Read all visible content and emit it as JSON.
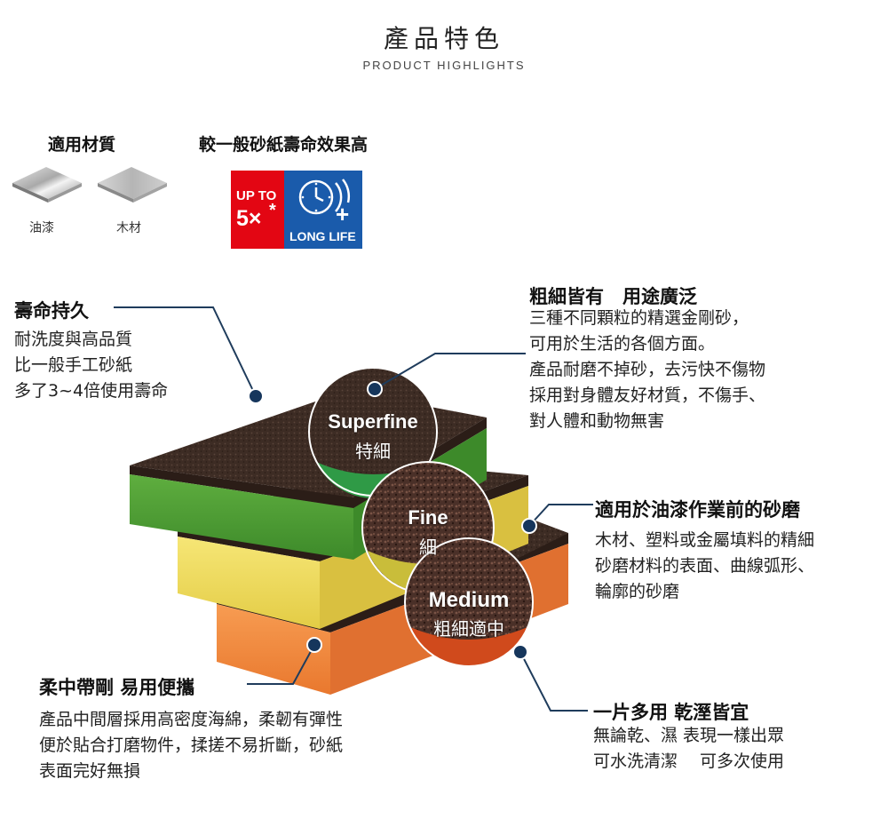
{
  "header": {
    "title": "產品特色",
    "subtitle": "PRODUCT HIGHLIGHTS"
  },
  "materials": {
    "title": "適用材質",
    "items": [
      {
        "label": "油漆"
      },
      {
        "label": "木材"
      }
    ]
  },
  "longevity_badge": {
    "title": "較一般砂紙壽命效果高",
    "up_to": "UP TO",
    "multiplier": "5×",
    "asterisk": "*",
    "plus": "+",
    "long_life": "LONG LIFE"
  },
  "features": {
    "durable": {
      "heading": "壽命持久",
      "lines": [
        "耐洗度與高品質",
        "比一般手工砂紙",
        "多了3~4倍使用壽命"
      ]
    },
    "grits": {
      "heading": "粗細皆有　用途廣泛",
      "lines": [
        "三種不同顆粒的精選金剛砂，",
        "可用於生活的各個方面。",
        "產品耐磨不掉砂，去污快不傷物",
        "採用對身體友好材質，不傷手、",
        "對人體和動物無害"
      ]
    },
    "paint": {
      "heading": "適用於油漆作業前的砂磨",
      "lines": [
        "木材、塑料或金屬填料的精細",
        "砂磨材料的表面、曲線弧形、",
        "輪廓的砂磨"
      ]
    },
    "flexible": {
      "heading": "柔中帶剛 易用便攜",
      "lines": [
        "產品中間層採用高密度海綿，柔韌有彈性",
        "便於貼合打磨物件，揉搓不易折斷，砂紙",
        "表面完好無損"
      ]
    },
    "wetdry": {
      "heading": "一片多用 乾溼皆宜",
      "lines": [
        "無論乾、濕 表現一樣出眾",
        "可水洗清潔　 可多次使用"
      ]
    }
  },
  "grit_labels": [
    {
      "en": "Superfine",
      "zh": "特細"
    },
    {
      "en": "Fine",
      "zh": "細"
    },
    {
      "en": "Medium",
      "zh": "粗細適中"
    }
  ],
  "colors": {
    "line": "#1f3c5c",
    "red": "#e30613",
    "blue": "#1a5bab",
    "green": "#4a9a34",
    "yellow": "#f0dc5a",
    "orange": "#f28a3a",
    "grit": "#3a2a22"
  }
}
